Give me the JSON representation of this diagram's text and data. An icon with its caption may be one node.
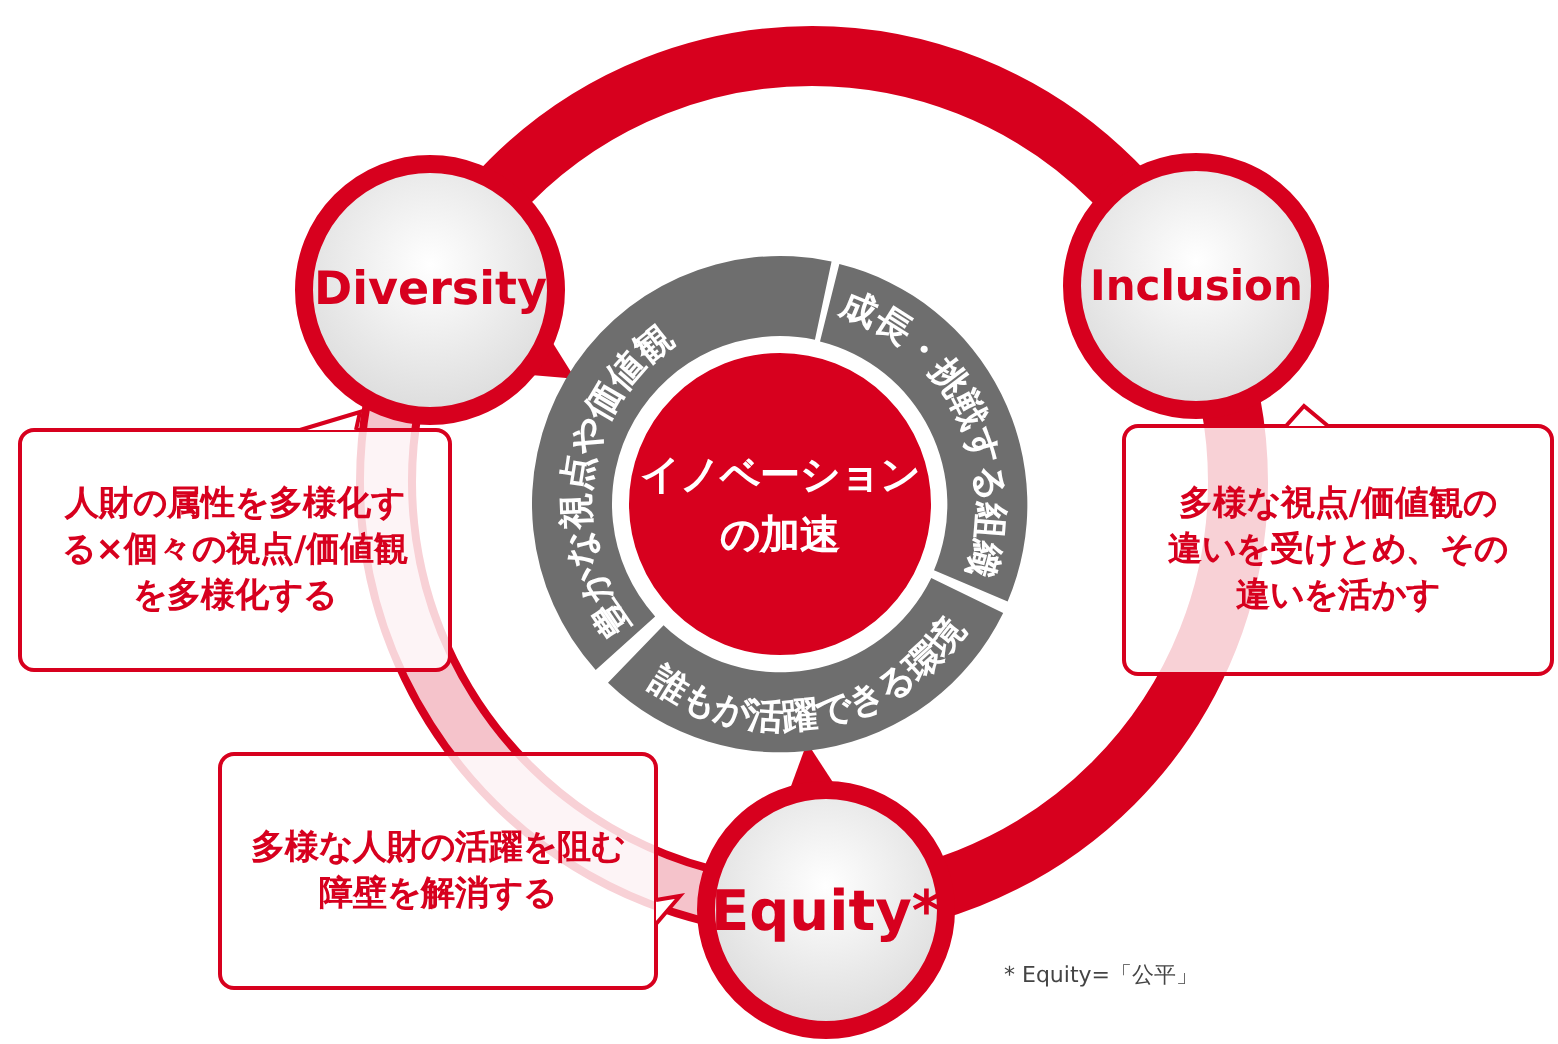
{
  "diagram": {
    "nodes": [
      {
        "text": [
          "Diversity"
        ]
      },
      {
        "text": [
          "Inclusion"
        ]
      },
      {
        "text": [
          "Equity*"
        ]
      },
      {
        "text": [
          "イノベーションの加速"
        ]
      },
      {
        "text": [
          "豊かな視点や価値観"
        ]
      },
      {
        "text": [
          "成長・挑戦する組織"
        ]
      },
      {
        "text": [
          "誰もが活躍できる環境"
        ]
      },
      {
        "text": [
          "人財の属性を多様化する×個々の視点/価値観を多様化する"
        ]
      },
      {
        "text": [
          "多様な視点/価値観の違いを受けとめ、その違いを活かす"
        ]
      },
      {
        "text": [
          "多様な人財の活躍を阻む障壁を解消する"
        ]
      }
    ],
    "edges": [
      {
        "from": 0,
        "to": 4,
        "arrow": "to"
      },
      {
        "from": 2,
        "to": 6,
        "arrow": "to"
      }
    ],
    "labels": [
      "* Equity=「公平」"
    ]
  }
}
